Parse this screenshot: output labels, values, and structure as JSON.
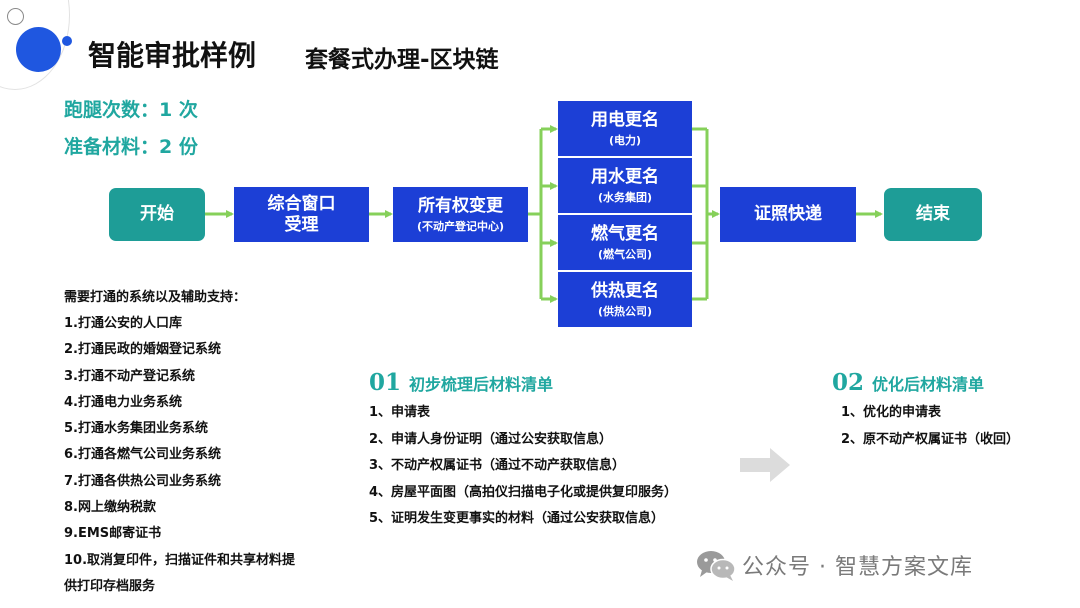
{
  "header": {
    "title": "智能审批样例",
    "subtitle": "套餐式办理-区块链"
  },
  "stats": {
    "visits": "跑腿次数：1 次",
    "materials": "准备材料：2 份"
  },
  "flow": {
    "start": "开始",
    "window": [
      "综合窗口",
      "受理"
    ],
    "ownership": {
      "main": "所有权变更",
      "sub": "(不动产登记中心)"
    },
    "branches": [
      {
        "main": "用电更名",
        "sub": "(电力)"
      },
      {
        "main": "用水更名",
        "sub": "(水务集团)"
      },
      {
        "main": "燃气更名",
        "sub": "(燃气公司)"
      },
      {
        "main": "供热更名",
        "sub": "(供热公司)"
      }
    ],
    "express": "证照快递",
    "end": "结束"
  },
  "support": {
    "title": "需要打通的系统以及辅助支持：",
    "items": [
      "1.打通公安的人口库",
      "2.打通民政的婚姻登记系统",
      "3.打通不动产登记系统",
      "4.打通电力业务系统",
      "5.打通水务集团业务系统",
      "6.打通各燃气公司业务系统",
      "7.打通各供热公司业务系统",
      "8.网上缴纳税款",
      "9.EMS邮寄证书",
      "10.取消复印件，扫描证件和共享材料提",
      "供打印存档服务"
    ]
  },
  "section1": {
    "num": "01",
    "title": "初步梳理后材料清单",
    "items": [
      "1、申请表",
      "2、申请人身份证明（通过公安获取信息）",
      "3、不动产权属证书（通过不动产获取信息）",
      "4、房屋平面图（高拍仪扫描电子化或提供复印服务）",
      "5、证明发生变更事实的材料（通过公安获取信息）"
    ]
  },
  "section2": {
    "num": "02",
    "title": "优化后材料清单",
    "items": [
      "1、优化的申请表",
      "2、原不动产权属证书（收回）"
    ]
  },
  "watermark": {
    "text": "公众号 · 智慧方案文库"
  },
  "colors": {
    "teal": "#1e9d97",
    "blue": "#1c3fd6",
    "arrow": "#86d05a",
    "accent": "#20a7a0"
  }
}
